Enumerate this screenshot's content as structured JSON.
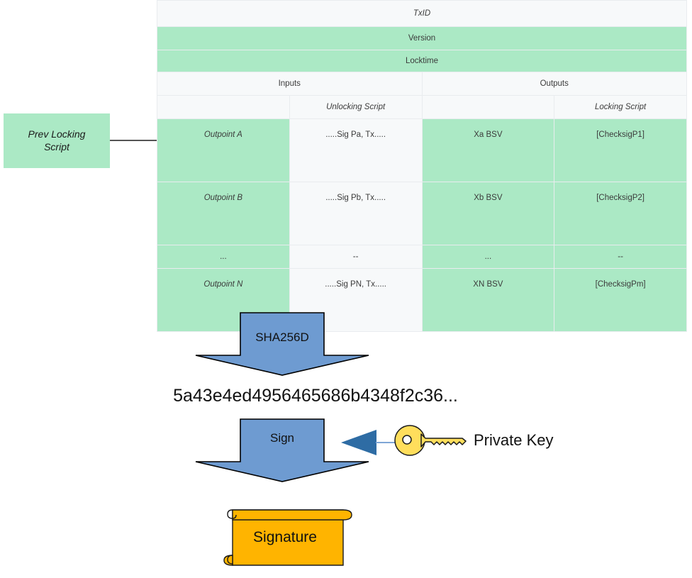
{
  "prev_box": {
    "line1": "Prev Locking",
    "line2": "Script"
  },
  "table": {
    "txid_label": "TxID",
    "version_label": "Version",
    "locktime_label": "Locktime",
    "section_headers": {
      "inputs": "Inputs",
      "outputs": "Outputs"
    },
    "sub_headers": {
      "outpoint": "",
      "unlocking_script": "Unlocking Script",
      "value": "",
      "locking_script": "Locking Script"
    },
    "rows": [
      {
        "outpoint": "Outpoint A",
        "unlocking_script": ".....Sig Pa, Tx.....",
        "value": "Xa BSV",
        "locking_script": "[ChecksigP1]"
      },
      {
        "outpoint": "Outpoint B",
        "unlocking_script": ".....Sig Pb, Tx.....",
        "value": "Xb BSV",
        "locking_script": "[ChecksigP2]"
      },
      {
        "outpoint": "...",
        "unlocking_script": "--",
        "value": "...",
        "locking_script": "--"
      },
      {
        "outpoint": "Outpoint N",
        "unlocking_script": ".....Sig PN, Tx.....",
        "value": "XN BSV",
        "locking_script": "[ChecksigPm]"
      }
    ]
  },
  "flow": {
    "sha256d_label": "SHA256D",
    "hash_value": "5a43e4ed4956465686b4348f2c36...",
    "sign_label": "Sign",
    "private_key_label": "Private Key",
    "signature_label": "Signature"
  },
  "colors": {
    "green_fill": "#ABE9C5",
    "table_white": "#f7f9fa",
    "arrow_blue": "#6E9BD1",
    "arrow_blue_dark": "#2E6CA4",
    "key_yellow": "#FFDE5C",
    "signature_orange": "#FFB400",
    "connector_gray": "#555555"
  }
}
